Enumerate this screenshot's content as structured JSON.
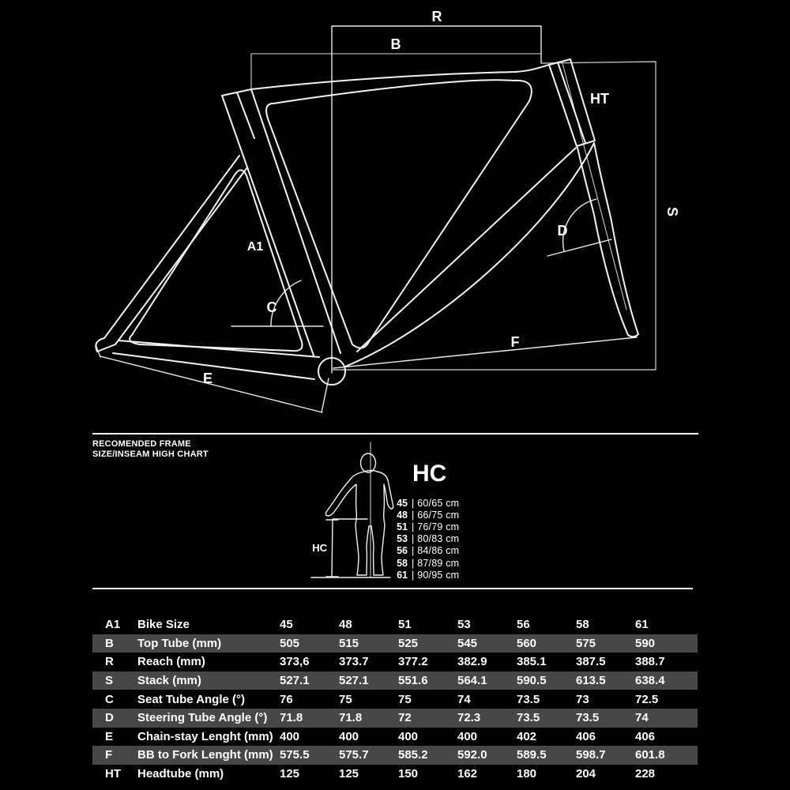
{
  "frame_diagram": {
    "labels": {
      "reach": "R",
      "top_tube": "B",
      "headtube": "HT",
      "stack": "S",
      "steering_angle": "D",
      "bike_size": "A1",
      "seat_angle": "C",
      "bb_fork": "F",
      "chainstay": "E"
    }
  },
  "hc_section": {
    "heading_line1": "RECOMENDED FRAME",
    "heading_line2": "SIZE/INSEAM HIGH CHART",
    "measure_label": "HC",
    "title": "HC",
    "divider": "|",
    "rows": [
      {
        "size": "45",
        "inseam": "60/65 cm"
      },
      {
        "size": "48",
        "inseam": "66/75 cm"
      },
      {
        "size": "51",
        "inseam": "76/79 cm"
      },
      {
        "size": "53",
        "inseam": "80/83 cm"
      },
      {
        "size": "56",
        "inseam": "84/86 cm"
      },
      {
        "size": "58",
        "inseam": "87/89 cm"
      },
      {
        "size": "61",
        "inseam": "90/95 cm"
      }
    ]
  },
  "geometry_table": {
    "rows": [
      {
        "key": "A1",
        "label": "Bike Size",
        "values": [
          "45",
          "48",
          "51",
          "53",
          "56",
          "58",
          "61"
        ]
      },
      {
        "key": "B",
        "label": "Top Tube (mm)",
        "values": [
          "505",
          "515",
          "525",
          "545",
          "560",
          "575",
          "590"
        ]
      },
      {
        "key": "R",
        "label": "Reach (mm)",
        "values": [
          "373,6",
          "373.7",
          "377.2",
          "382.9",
          "385.1",
          "387.5",
          "388.7"
        ]
      },
      {
        "key": "S",
        "label": "Stack (mm)",
        "values": [
          "527.1",
          "527.1",
          "551.6",
          "564.1",
          "590.5",
          "613.5",
          "638.4"
        ]
      },
      {
        "key": "C",
        "label": "Seat Tube Angle (°)",
        "values": [
          "76",
          "75",
          "75",
          "74",
          "73.5",
          "73",
          "72.5"
        ]
      },
      {
        "key": "D",
        "label": "Steering Tube Angle (°)",
        "values": [
          "71.8",
          "71.8",
          "72",
          "72.3",
          "73.5",
          "73.5",
          "74"
        ]
      },
      {
        "key": "E",
        "label": "Chain-stay Lenght (mm)",
        "values": [
          "400",
          "400",
          "400",
          "400",
          "402",
          "406",
          "406"
        ]
      },
      {
        "key": "F",
        "label": "BB to Fork Lenght (mm)",
        "values": [
          "575.5",
          "575.7",
          "585.2",
          "592.0",
          "589.5",
          "598.7",
          "601.8"
        ]
      },
      {
        "key": "HT",
        "label": "Headtube (mm)",
        "values": [
          "125",
          "125",
          "150",
          "162",
          "180",
          "204",
          "228"
        ]
      }
    ]
  },
  "colors": {
    "background": "#000000",
    "frame_line": "#f2f2f2",
    "measure_line": "#e9e9e9",
    "secondary_line": "#909090",
    "row_stripe": "#474747",
    "text": "#ffffff"
  }
}
